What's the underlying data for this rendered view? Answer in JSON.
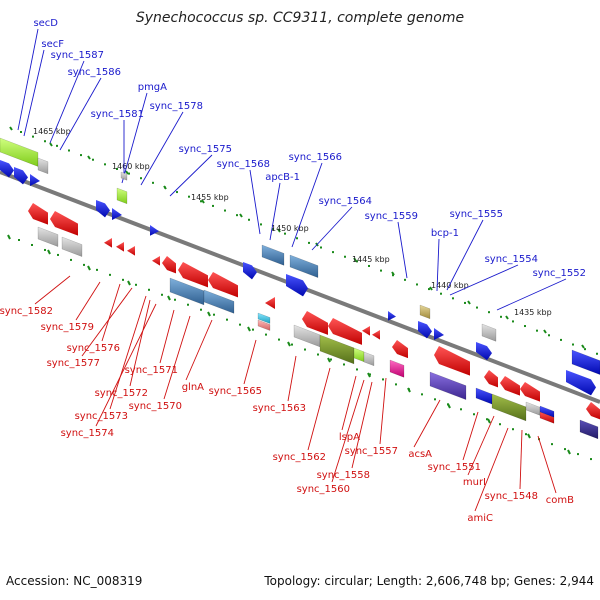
{
  "title": "Synechococcus sp. CC9311, complete genome",
  "footer": {
    "accession": "Accession: NC_008319",
    "topology": "Topology: circular; Length: 2,606,748 bp; Genes: 2,944"
  },
  "colors": {
    "forward_label": "#1a1acc",
    "reverse_label": "#d01010",
    "backbone": "#808080",
    "tick": "#1a8a1a",
    "cds_blue": "#0a12d6",
    "cds_red": "#ee1010",
    "steel": "#4a7fb0",
    "gray": "#b8b8b8",
    "olive": "#6f8a1e",
    "lime": "#9be23a",
    "purple": "#5a3fb0",
    "navy": "#322a8a",
    "magenta": "#f01d9a",
    "cyan": "#33c9e6",
    "pink": "#f08a8a",
    "khaki": "#c9b56a"
  },
  "scale_labels": [
    "1465 kbp",
    "1460 kbp",
    "1455 kbp",
    "1450 kbp",
    "1445 kbp",
    "1440 kbp",
    "1435 kbp"
  ],
  "forward_genes": [
    "secD",
    "secF",
    "sync_1587",
    "sync_1586",
    "pmgA",
    "sync_1581",
    "sync_1578",
    "sync_1575",
    "sync_1568",
    "apcB-1",
    "sync_1566",
    "sync_1564",
    "sync_1559",
    "bcp-1",
    "sync_1555",
    "sync_1554",
    "sync_1552"
  ],
  "reverse_genes": [
    "sync_1582",
    "sync_1579",
    "sync_1576",
    "sync_1577",
    "sync_1571",
    "sync_1572",
    "sync_1573",
    "sync_1574",
    "sync_1570",
    "glnA",
    "sync_1565",
    "sync_1563",
    "sync_1562",
    "lspA",
    "sync_1558",
    "sync_1560",
    "sync_1557",
    "acsA",
    "sync_1551",
    "murI",
    "amiC",
    "sync_1548",
    "comB"
  ]
}
